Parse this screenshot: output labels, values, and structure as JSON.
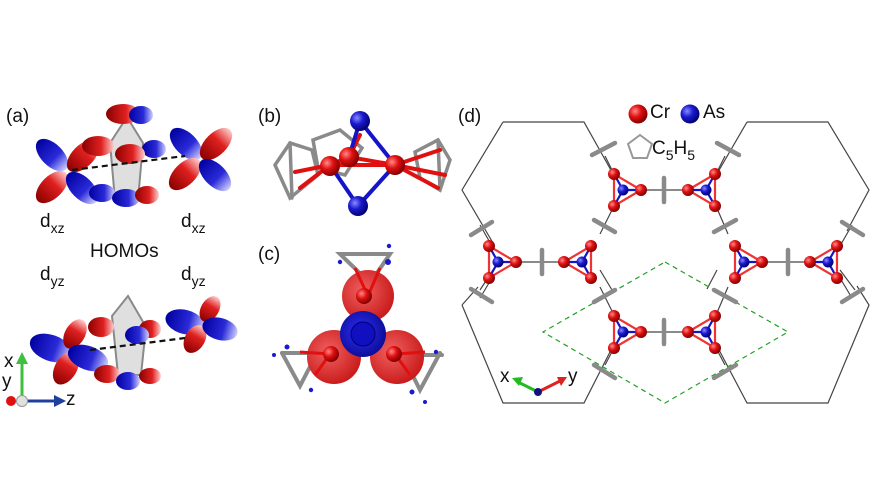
{
  "figure": {
    "panels": [
      {
        "id": "a",
        "label": "(a)"
      },
      {
        "id": "b",
        "label": "(b)"
      },
      {
        "id": "c",
        "label": "(c)"
      },
      {
        "id": "d",
        "label": "(d)"
      }
    ],
    "panel_a": {
      "orbital_labels": {
        "top_left": {
          "base": "d",
          "sub": "xz"
        },
        "top_right": {
          "base": "d",
          "sub": "xz"
        },
        "bottom_left": {
          "base": "d",
          "sub": "yz"
        },
        "bottom_right": {
          "base": "d",
          "sub": "yz"
        }
      },
      "center_label": "HOMOs",
      "axes": {
        "x": "x",
        "y": "y",
        "z": "z"
      }
    },
    "panel_d": {
      "legend": {
        "cr": "Cr",
        "as": "As",
        "cp_base": "C",
        "cp_sub1": "5",
        "cp_mid": "H",
        "cp_sub2": "5"
      },
      "axes": {
        "x": "x",
        "y": "y"
      }
    },
    "colors": {
      "cr": "#e01010",
      "as": "#1414c8",
      "ring": "#888888",
      "unit_cell": "#22a022",
      "axis_x_a": "#3fbf3f",
      "axis_z_a": "#1f3f9f",
      "axis_x_d": "#22bb22",
      "axis_y_d": "#dd2222"
    }
  }
}
